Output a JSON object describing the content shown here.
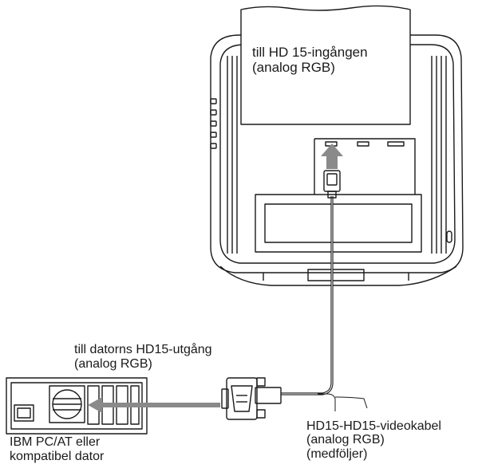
{
  "labels": {
    "monitor_input": "till HD 15-ingången\n(analog RGB)",
    "computer_output": "till datorns HD15-utgång\n(analog RGB)",
    "cable": "HD15-HD15-videokabel\n(analog RGB)\n(medföljer)",
    "computer": "IBM PC/AT eller\nkompatibel dator"
  },
  "colors": {
    "line": "#1a1a1a",
    "arrow": "#8a8a8a",
    "panel": "#f0f0f0"
  }
}
